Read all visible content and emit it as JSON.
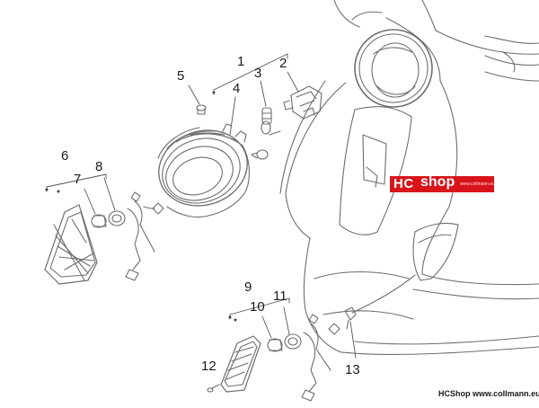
{
  "callouts": {
    "n1": "1",
    "n2": "2",
    "n3": "3",
    "n4": "4",
    "n5": "5",
    "n6": "6",
    "n7": "7",
    "n8": "8",
    "n9": "9",
    "n10": "10",
    "n11": "11",
    "n12": "12",
    "n13": "13"
  },
  "watermark": {
    "brand_left": "HC",
    "brand_right": "shop",
    "brand_url": "www.collmann.eu",
    "color": "#d8141a"
  },
  "footer": {
    "credit": "HCShop www.collmann.eu"
  }
}
